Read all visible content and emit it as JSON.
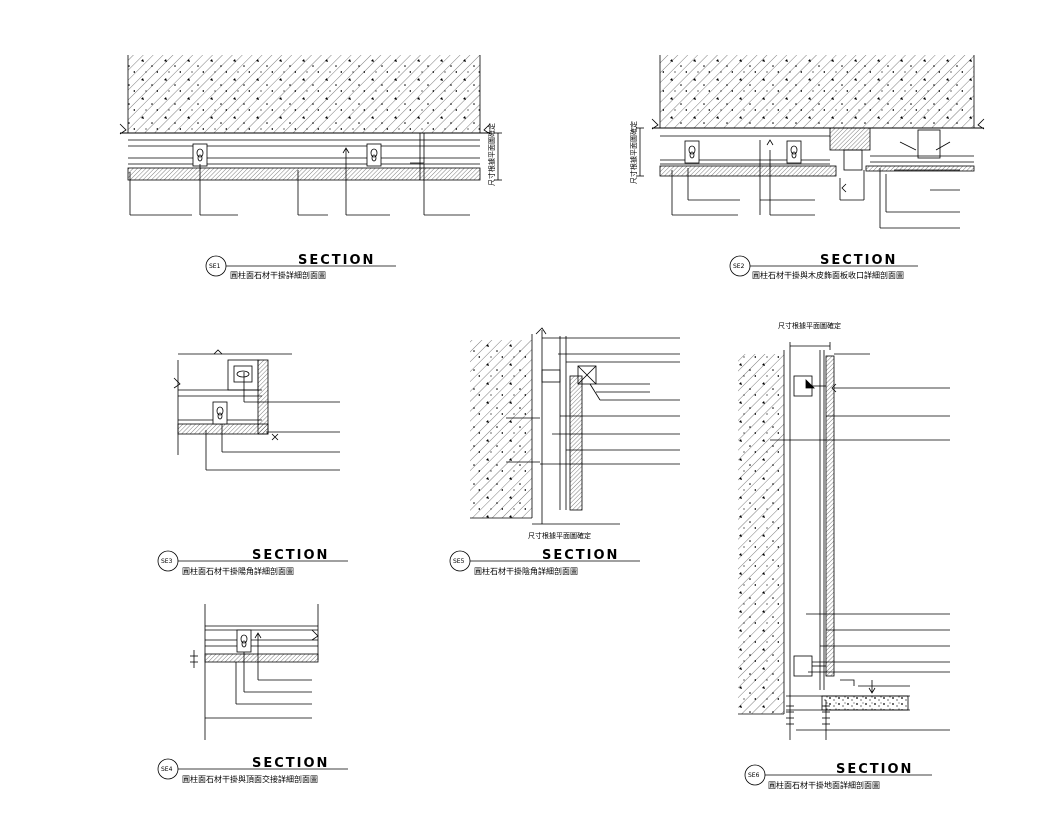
{
  "sections": [
    {
      "tag": "SE1",
      "heading": "SECTION",
      "subtitle": "圓柱面石材干掛詳細剖面圖"
    },
    {
      "tag": "SE2",
      "heading": "SECTION",
      "subtitle": "圓柱石材干掛與木皮飾面板收口詳細剖面圖"
    },
    {
      "tag": "SE3",
      "heading": "SECTION",
      "subtitle": "圓柱面石材干掛陽角詳細剖面圖"
    },
    {
      "tag": "SE4",
      "heading": "SECTION",
      "subtitle": "圓柱面石材干掛與頂面交接詳細剖面圖"
    },
    {
      "tag": "SE5",
      "heading": "SECTION",
      "subtitle": "圓柱石材干掛陰角詳細剖面圖"
    },
    {
      "tag": "SE6",
      "heading": "SECTION",
      "subtitle": "圓柱面石材干掛地面詳細剖面圖"
    }
  ],
  "notes": {
    "dim_note": "尺寸根據平面圖確定"
  },
  "colors": {
    "ink": "#000000",
    "paper": "#ffffff"
  }
}
